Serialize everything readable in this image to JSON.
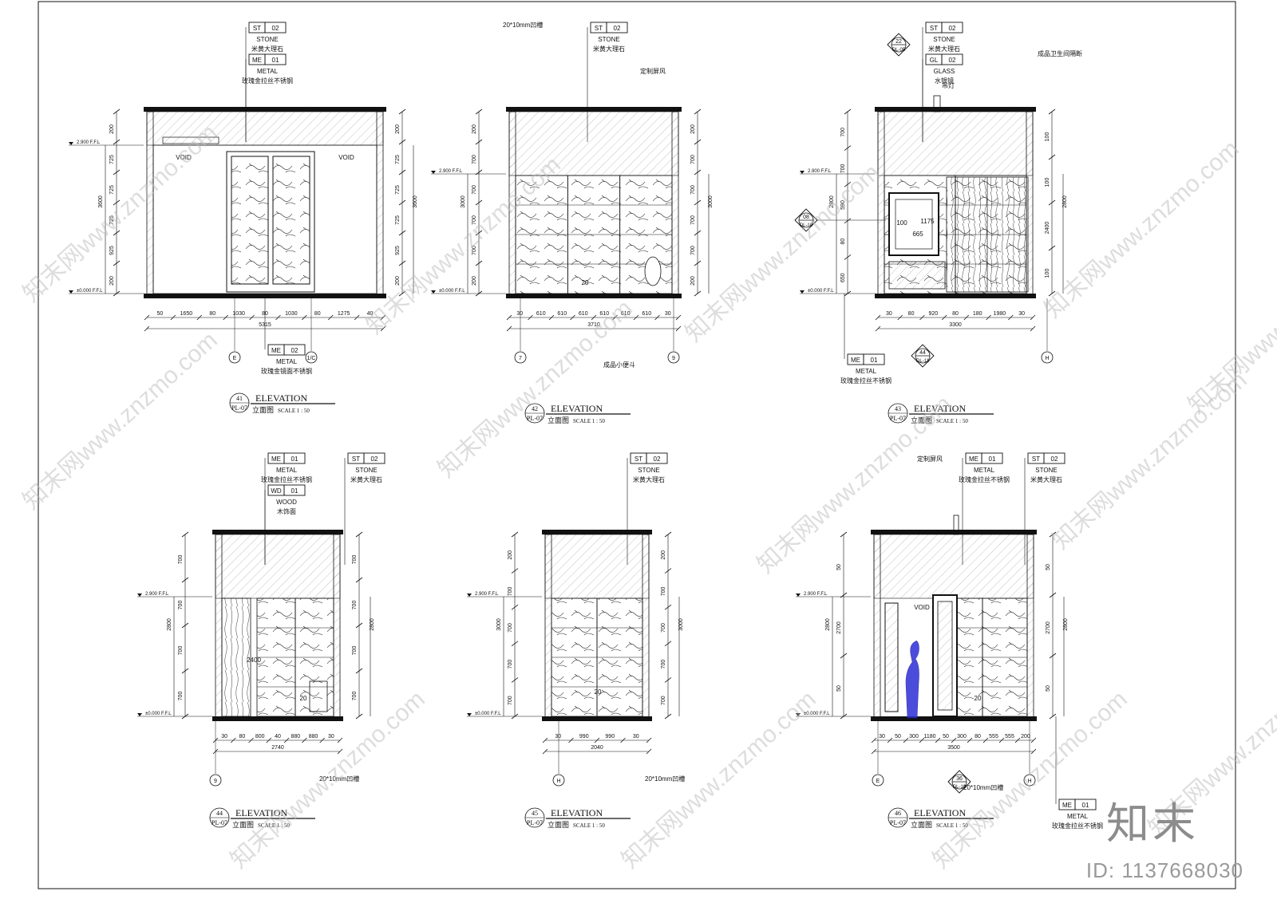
{
  "elevations": [
    {
      "id": "41",
      "title": {
        "number": "41",
        "sheet": "PL-07",
        "name": "ELEVATION",
        "cn": "立面图",
        "scale": "SCALE 1 : 50"
      },
      "tags": [
        {
          "code": "ST",
          "num": "02",
          "material": "STONE",
          "cn": "米黄大理石"
        },
        {
          "code": "ME",
          "num": "01",
          "material": "METAL",
          "cn": "玫瑰金拉丝不锈钢"
        },
        {
          "code": "ME",
          "num": "02",
          "material": "METAL",
          "cn": "玫瑰金镜面不锈钢"
        }
      ],
      "notes": [
        "VOID",
        "VOID"
      ],
      "level_labels": [
        "2.900 F.F.L",
        "±0.000 F.F.L"
      ],
      "vertical_dims": [
        "200",
        "725",
        "725",
        "725",
        "925",
        "200",
        "3600"
      ],
      "horizontal_dims": [
        "50",
        "1650",
        "80",
        "1030",
        "80",
        "1030",
        "80",
        "1275",
        "40"
      ],
      "inner_dims": [
        "80",
        "1030",
        "1030"
      ],
      "total": "5315",
      "grids": [
        "E",
        "1/C"
      ]
    },
    {
      "id": "42",
      "title": {
        "number": "42",
        "sheet": "PL-07",
        "name": "ELEVATION",
        "cn": "立面图",
        "scale": "SCALE 1 : 50"
      },
      "tags": [
        {
          "code": "ST",
          "num": "02",
          "material": "STONE",
          "cn": "米黄大理石"
        }
      ],
      "notes": [
        "20*10mm凹槽",
        "定制屏风",
        "成品小便斗",
        "20"
      ],
      "level_labels": [
        "2.900 F.F.L",
        "±0.000 F.F.L"
      ],
      "vertical_dims": [
        "200",
        "700",
        "700",
        "700",
        "700",
        "200",
        "3000"
      ],
      "horizontal_dims": [
        "30",
        "610",
        "610",
        "610",
        "610",
        "610",
        "610",
        "30"
      ],
      "total": "3710",
      "grids": [
        "7",
        "9"
      ]
    },
    {
      "id": "43",
      "title": {
        "number": "43",
        "sheet": "PL-07",
        "name": "ELEVATION",
        "cn": "立面图",
        "scale": "SCALE 1 : 50"
      },
      "tags": [
        {
          "code": "ST",
          "num": "02",
          "material": "STONE",
          "cn": "米黄大理石"
        },
        {
          "code": "GL",
          "num": "02",
          "material": "GLASS",
          "cn": "水银镜"
        },
        {
          "code": "ME",
          "num": "01",
          "material": "METAL",
          "cn": "玫瑰金拉丝不锈钢"
        }
      ],
      "callouts": [
        {
          "num": "22",
          "sheet": "DL-05"
        },
        {
          "num": "08",
          "sheet": "DL-10"
        },
        {
          "num": "44",
          "sheet": "DL-11"
        }
      ],
      "notes": [
        "吊灯",
        "成品卫生间隔断",
        "665",
        "1175",
        "100"
      ],
      "level_labels": [
        "2.900 F.F.L",
        "±0.000 F.F.L"
      ],
      "vertical_dims": [
        "700",
        "700",
        "590",
        "80",
        "650",
        "2800"
      ],
      "vertical_dims_right": [
        "100",
        "100",
        "2400",
        "100",
        "2800"
      ],
      "horizontal_dims": [
        "30",
        "80",
        "920",
        "80",
        "180",
        "1980",
        "30"
      ],
      "total": "3300",
      "grids": [
        "H"
      ]
    },
    {
      "id": "44",
      "title": {
        "number": "44",
        "sheet": "PL-07",
        "name": "ELEVATION",
        "cn": "立面图",
        "scale": "SCALE 1 : 50"
      },
      "tags": [
        {
          "code": "ME",
          "num": "01",
          "material": "METAL",
          "cn": "玫瑰金拉丝不锈钢"
        },
        {
          "code": "WD",
          "num": "01",
          "material": "WOOD",
          "cn": "木饰面"
        },
        {
          "code": "ST",
          "num": "02",
          "material": "STONE",
          "cn": "米黄大理石"
        }
      ],
      "notes": [
        "20*10mm凹槽",
        "2400",
        "20"
      ],
      "level_labels": [
        "2.900 F.F.L",
        "±0.000 F.F.L"
      ],
      "vertical_dims": [
        "700",
        "700",
        "700",
        "700",
        "2800"
      ],
      "horizontal_dims": [
        "30",
        "80",
        "800",
        "40",
        "880",
        "880",
        "30"
      ],
      "total": "2740",
      "grids": [
        "9"
      ]
    },
    {
      "id": "45",
      "title": {
        "number": "45",
        "sheet": "PL-07",
        "name": "ELEVATION",
        "cn": "立面图",
        "scale": "SCALE 1 : 50"
      },
      "tags": [
        {
          "code": "ST",
          "num": "02",
          "material": "STONE",
          "cn": "米黄大理石"
        }
      ],
      "notes": [
        "20*10mm凹槽",
        "20"
      ],
      "level_labels": [
        "2.900 F.F.L",
        "±0.000 F.F.L"
      ],
      "vertical_dims": [
        "200",
        "700",
        "700",
        "700",
        "700",
        "3000"
      ],
      "horizontal_dims": [
        "30",
        "990",
        "990",
        "30"
      ],
      "total": "2040",
      "grids": [
        "H"
      ]
    },
    {
      "id": "46",
      "title": {
        "number": "46",
        "sheet": "PL-07",
        "name": "ELEVATION",
        "cn": "立面图",
        "scale": "SCALE 1 : 50"
      },
      "tags": [
        {
          "code": "ME",
          "num": "01",
          "material": "METAL",
          "cn": "玫瑰金拉丝不锈钢"
        },
        {
          "code": "ST",
          "num": "02",
          "material": "STONE",
          "cn": "米黄大理石"
        },
        {
          "code": "ME",
          "num": "01",
          "material": "METAL",
          "cn": "玫瑰金拉丝不锈钢"
        }
      ],
      "callouts": [
        {
          "num": "36",
          "sheet": "DL-10"
        }
      ],
      "notes": [
        "定制屏风",
        "VOID",
        "20*10mm凹槽",
        "20"
      ],
      "level_labels": [
        "2.900 F.F.L",
        "±0.000 F.F.L"
      ],
      "vertical_dims": [
        "50",
        "2700",
        "50",
        "2800"
      ],
      "horizontal_dims": [
        "30",
        "50",
        "300",
        "1180",
        "50",
        "300",
        "80",
        "555",
        "555",
        "200"
      ],
      "total": "3500",
      "grids": [
        "E",
        "H"
      ]
    }
  ],
  "watermark": {
    "text": "知末网www.znzmo.com"
  },
  "brand": {
    "logo": "知末",
    "id_label": "ID: 1137668030"
  },
  "colors": {
    "line": "#111111",
    "hatch": "#9a9a9a",
    "figure": "#2d2dd6",
    "watermark": "#b9b9b9"
  }
}
